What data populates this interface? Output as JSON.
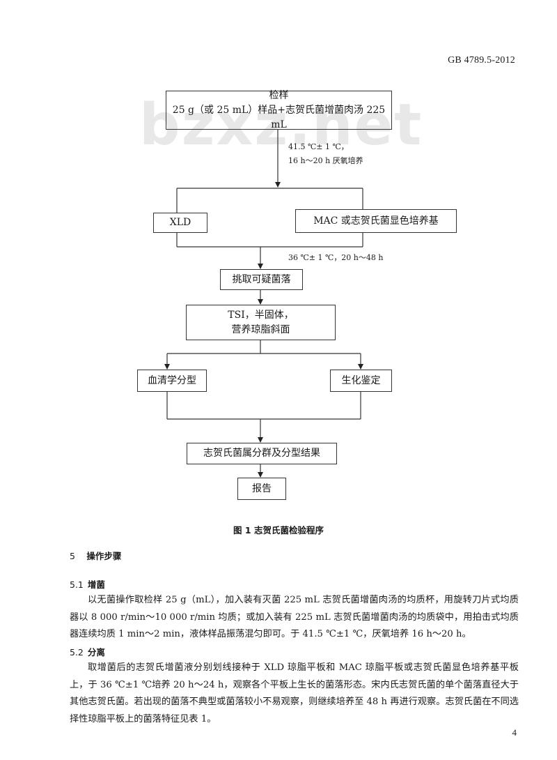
{
  "header": {
    "standard_number": "GB 4789.5-2012",
    "watermark": "bzxz.net"
  },
  "flowchart": {
    "sample_box": {
      "line1": "检样",
      "line2": "25 g（或 25 mL）样品+志贺氏菌增菌肉汤 225 mL"
    },
    "condition1": {
      "line1": "41.5 ℃± 1 ℃，",
      "line2": "16 h～20 h 厌氧培养"
    },
    "xld_box": "XLD",
    "mac_box": "MAC 或志贺氏菌显色培养基",
    "condition2": "36 ℃± 1 ℃，20 h～48 h",
    "pick_box": "挑取可疑菌落",
    "tsi_box": {
      "line1": "TSI，半固体，",
      "line2": "营养琼脂斜面"
    },
    "serology_box": "血清学分型",
    "biochem_box": "生化鉴定",
    "result_box": "志贺氏菌属分群及分型结果",
    "report_box": "报告"
  },
  "figure_caption": "图 1  志贺氏菌检验程序",
  "section5": {
    "number": "5",
    "title": "操作步骤"
  },
  "section5_1": {
    "number": "5.1",
    "title": "增菌",
    "text": "以无菌操作取检样 25 g（mL），加入装有灭菌 225 mL 志贺氏菌增菌肉汤的均质杯，用旋转刀片式均质器以 8 000 r/min～10 000 r/min 均质；或加入装有 225 mL 志贺氏菌增菌肉汤的均质袋中，用拍击式均质器连续均质 1 min～2 min，液体样品振荡混匀即可。于 41.5 ℃±1 ℃，厌氧培养 16 h～20 h。"
  },
  "section5_2": {
    "number": "5.2",
    "title": "分离",
    "text": "取增菌后的志贺氏增菌液分别划线接种于 XLD 琼脂平板和 MAC 琼脂平板或志贺氏菌显色培养基平板上，于 36 ℃±1 ℃培养 20 h～24 h，观察各个平板上生长的菌落形态。宋内氏志贺氏菌的单个菌落直径大于其他志贺氏菌。若出现的菌落不典型或菌落较小不易观察，则继续培养至 48 h 再进行观察。志贺氏菌在不同选择性琼脂平板上的菌落特征见表 1。"
  },
  "page_number": "4"
}
